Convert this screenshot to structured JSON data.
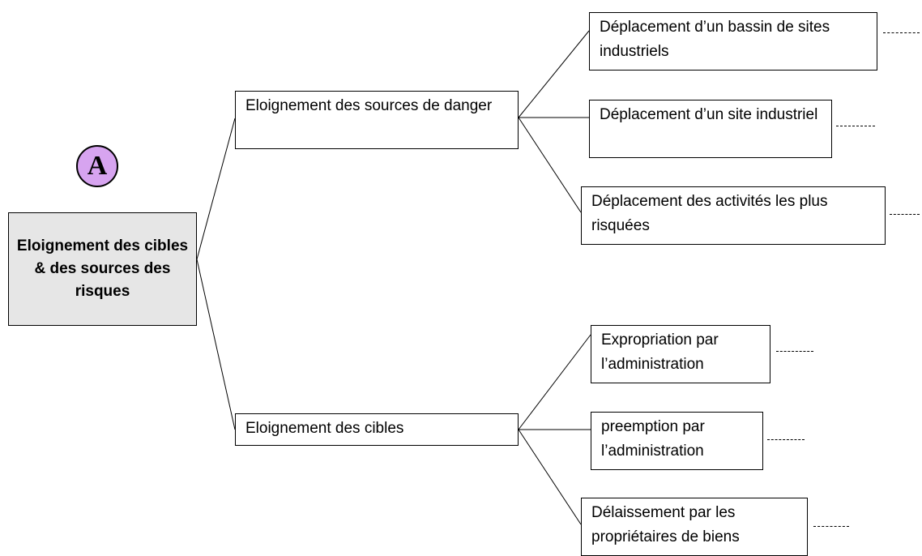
{
  "badge": {
    "label": "A"
  },
  "root": {
    "label": "Eloignement des cibles & des sources des risques"
  },
  "branches": [
    {
      "label": "Eloignement des sources de danger"
    },
    {
      "label": "Eloignement des cibles"
    }
  ],
  "leaves": [
    {
      "label": "Déplacement d’un bassin de sites industriels"
    },
    {
      "label": "Déplacement d’un site industriel"
    },
    {
      "label": "Déplacement des activités les plus risquées"
    },
    {
      "label": "Expropriation par l’administration"
    },
    {
      "label": "preemption par l’administration"
    },
    {
      "label": "Délaissement par les propriétaires de biens"
    }
  ],
  "leaf_continuation": "------",
  "colors": {
    "root_fill": "#e6e6e6",
    "badge_fill": "#d7a4f0",
    "box_border": "#000000"
  }
}
